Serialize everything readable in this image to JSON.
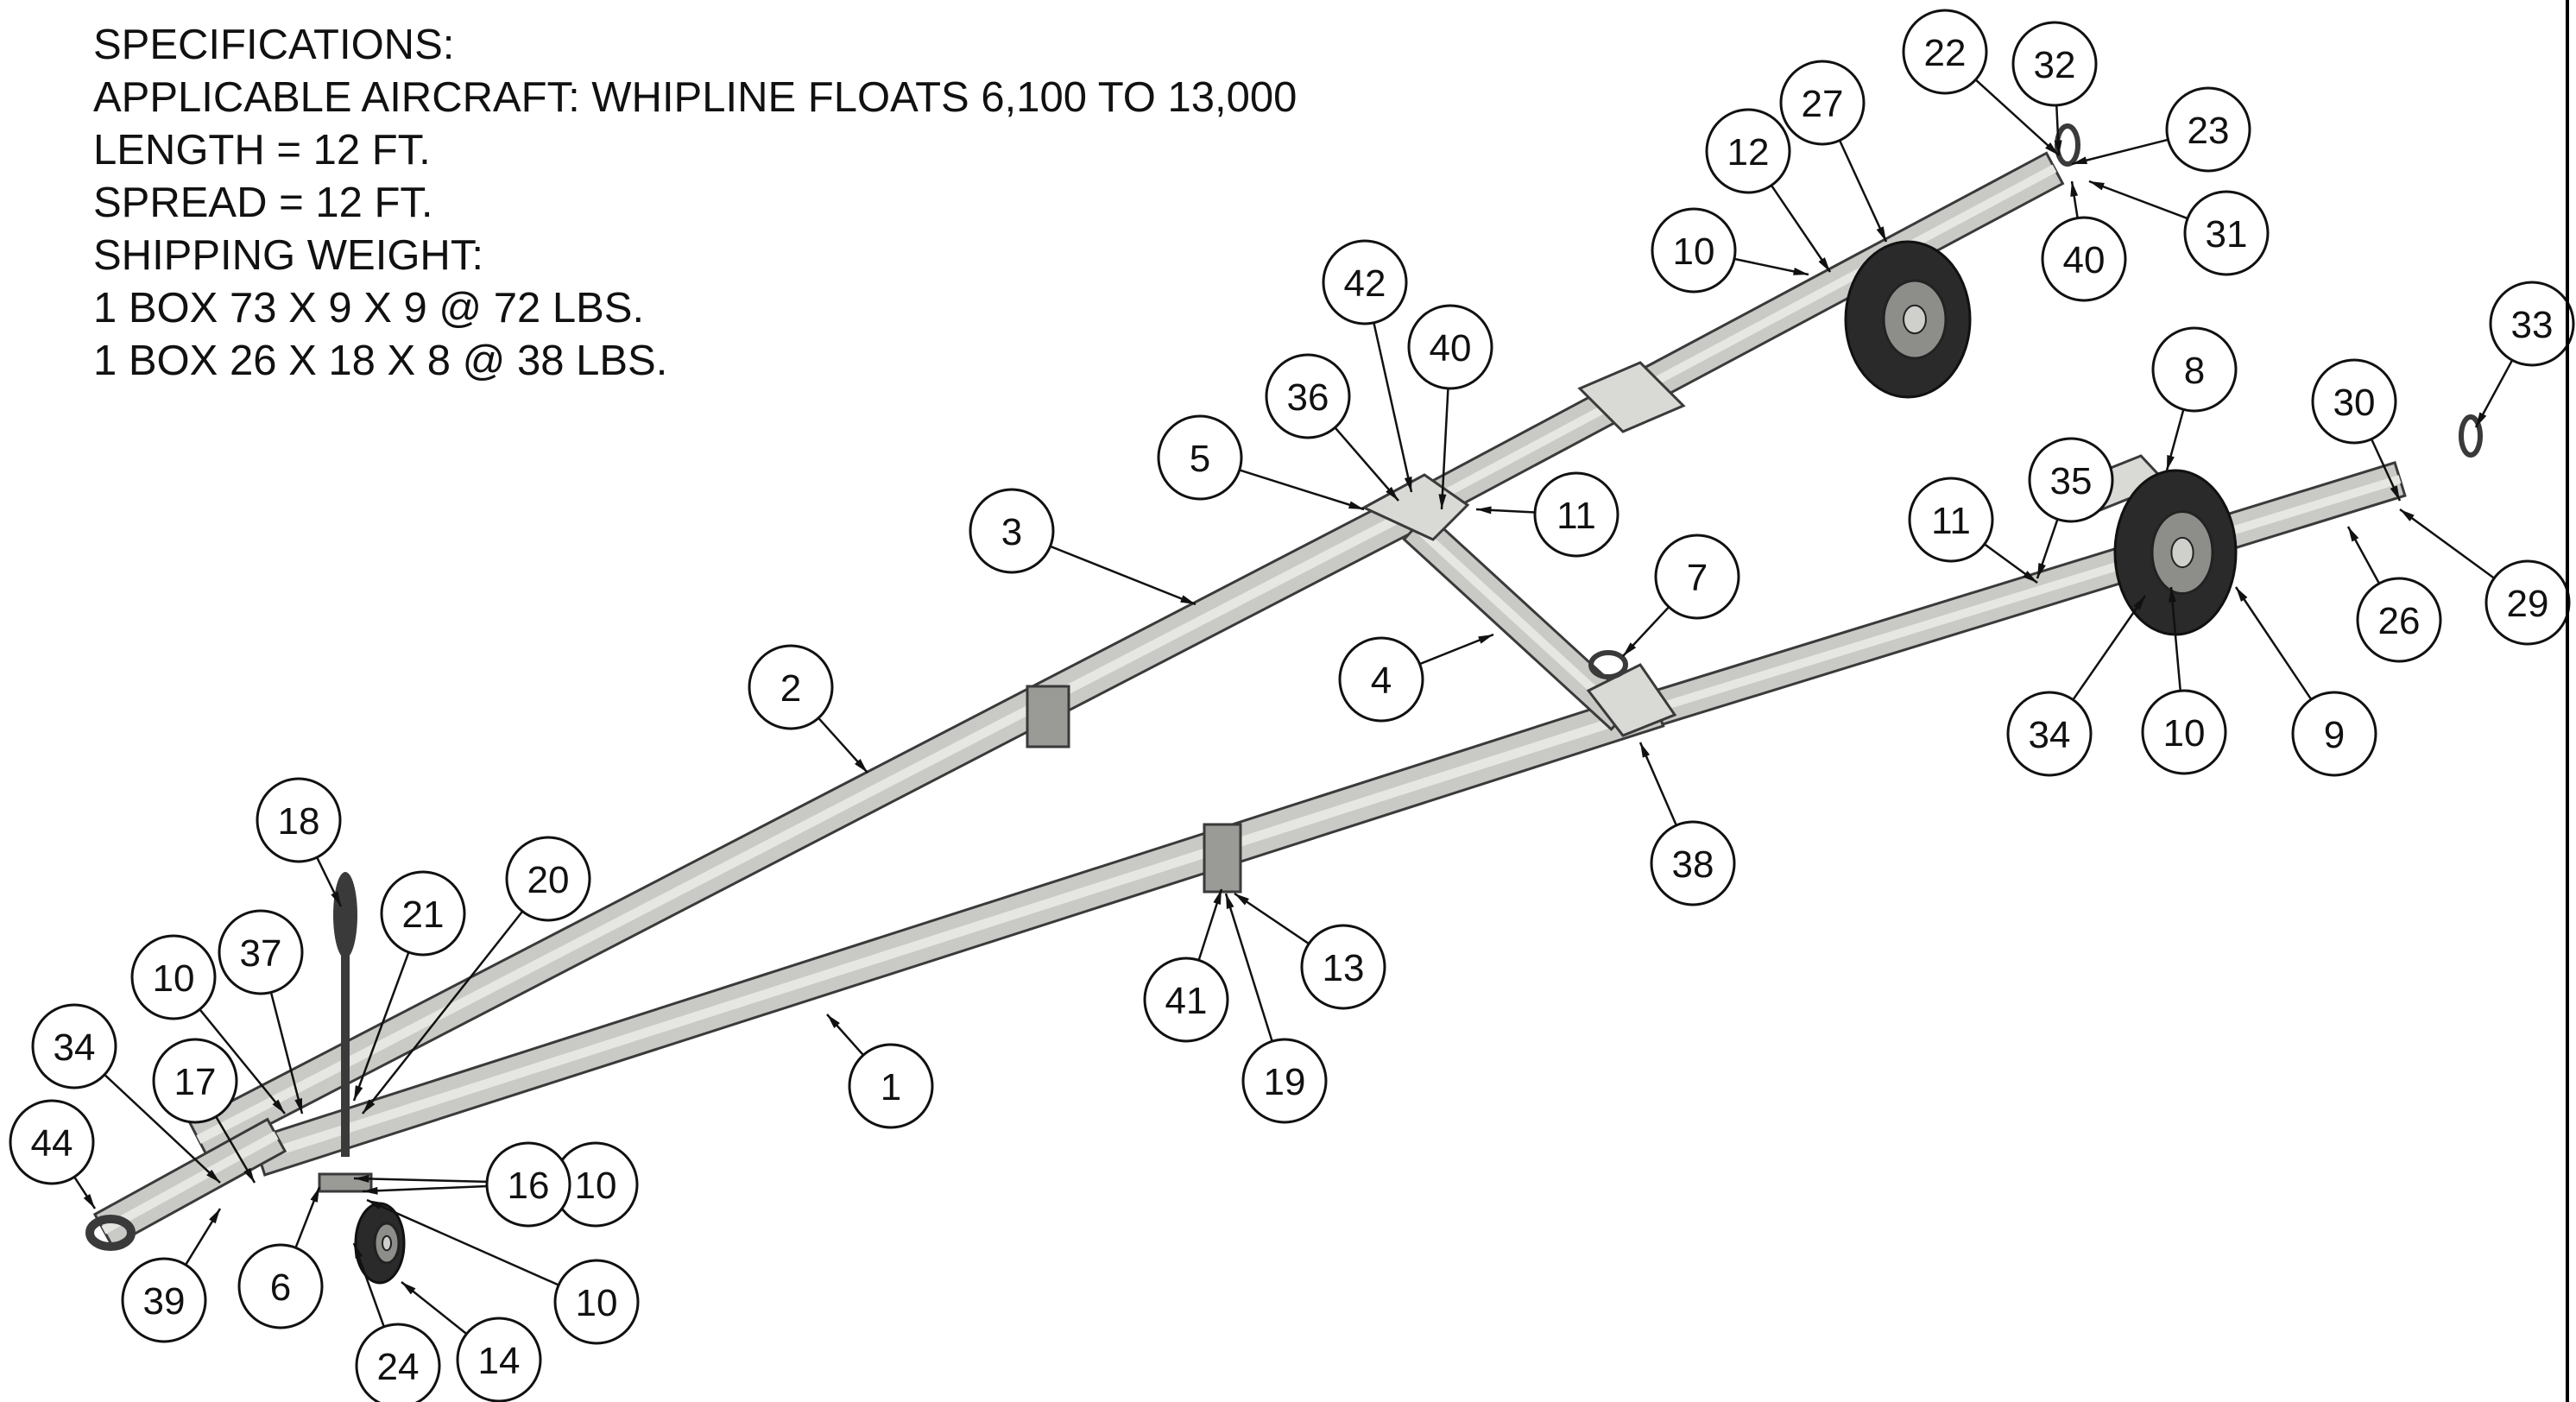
{
  "specifications": [
    "SPECIFICATIONS:",
    "APPLICABLE AIRCRAFT: WHIPLINE FLOATS 6,100  TO 13,000",
    "LENGTH = 12 FT.",
    "SPREAD = 12 FT.",
    "SHIPPING WEIGHT:",
    "1 BOX 73 X 9 X 9 @ 72 LBS.",
    "1 BOX 26 X 18 X 8 @ 38 LBS."
  ],
  "balloons": [
    "1",
    "2",
    "3",
    "4",
    "5",
    "6",
    "7",
    "8",
    "9",
    "10",
    "10",
    "10",
    "10",
    "10",
    "11",
    "11",
    "12",
    "13",
    "14",
    "16",
    "17",
    "18",
    "19",
    "20",
    "21",
    "22",
    "23",
    "24",
    "26",
    "27",
    "29",
    "30",
    "31",
    "32",
    "33",
    "34",
    "34",
    "35",
    "36",
    "37",
    "38",
    "39",
    "40",
    "40",
    "41",
    "42",
    "44"
  ],
  "colors": {
    "frame_fill": "#c9c9c6",
    "frame_edge": "#3a3a3a",
    "tire": "#2a2a2a",
    "balloon_stroke": "#111111"
  }
}
